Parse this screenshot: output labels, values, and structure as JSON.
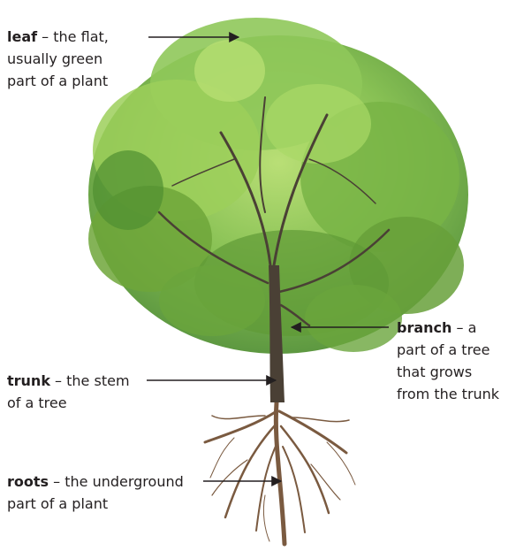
{
  "labels": {
    "leaf": {
      "term": "leaf",
      "line1_rest": " – the flat,",
      "line2": "usually green",
      "line3": "part of a plant"
    },
    "trunk": {
      "term": "trunk",
      "line1_rest": " – the stem",
      "line2": "of a tree"
    },
    "roots": {
      "term": "roots",
      "line1_rest": " – the underground",
      "line2": "part of a plant"
    },
    "branch": {
      "term": "branch",
      "line1_rest": " – a",
      "line2": "part of a tree",
      "line3": "that grows",
      "line4": "from the trunk"
    }
  },
  "colors": {
    "text": "#231f20",
    "arrow": "#231f20",
    "foliage_light": "#9ccf5a",
    "foliage_mid": "#6fae3c",
    "foliage_dark": "#3f7f2a",
    "bark": "#4a4035",
    "roots": "#7a5a40"
  }
}
